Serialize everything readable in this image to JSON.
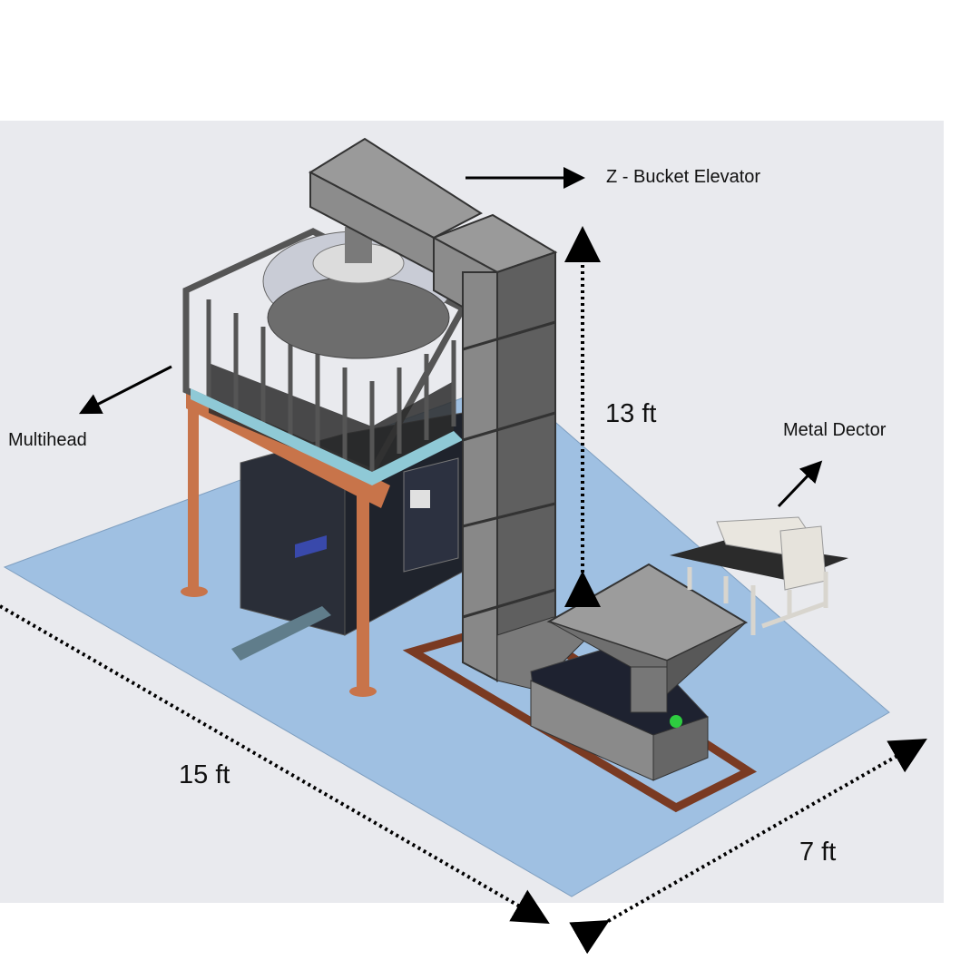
{
  "labels": {
    "bucket_elevator": "Z - Bucket Elevator",
    "height": "13 ft",
    "multihead": "Multihead",
    "metal_detector": "Metal Dector",
    "length": "15 ft",
    "width": "7 ft"
  },
  "colors": {
    "panel": "#e9eaee",
    "floor": "#9fc0e2",
    "machine_grey": "#8a8a8a",
    "leg_orange": "#c8744a",
    "frame_brown": "#7a3a22"
  }
}
